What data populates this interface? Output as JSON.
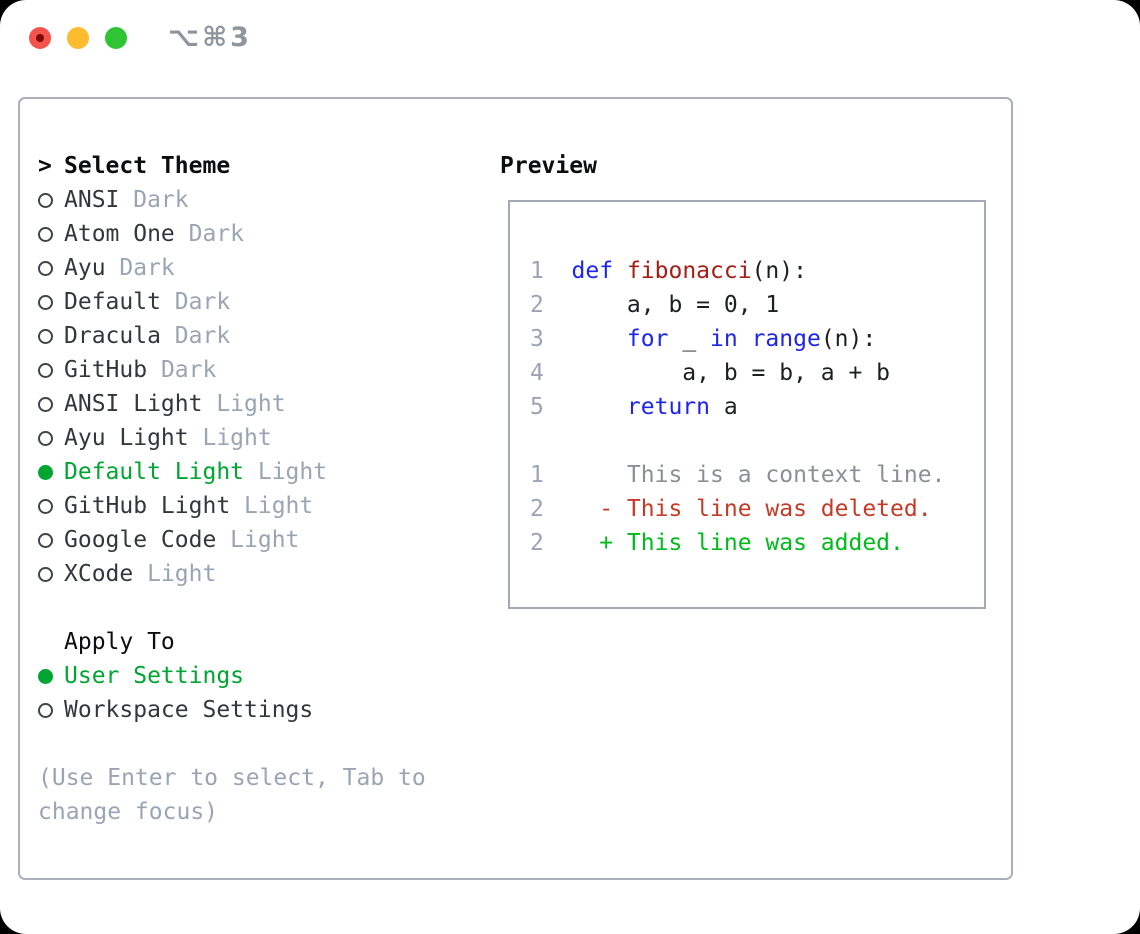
{
  "window": {
    "title": "⌥⌘3",
    "traffic_lights": [
      "close",
      "minimize",
      "zoom"
    ]
  },
  "theme_selector": {
    "heading_prefix": ">",
    "heading": "Select Theme",
    "items": [
      {
        "name": "ANSI",
        "variant": "Dark",
        "selected": false
      },
      {
        "name": "Atom One",
        "variant": "Dark",
        "selected": false
      },
      {
        "name": "Ayu",
        "variant": "Dark",
        "selected": false
      },
      {
        "name": "Default",
        "variant": "Dark",
        "selected": false
      },
      {
        "name": "Dracula",
        "variant": "Dark",
        "selected": false
      },
      {
        "name": "GitHub",
        "variant": "Dark",
        "selected": false
      },
      {
        "name": "ANSI Light",
        "variant": "Light",
        "selected": false
      },
      {
        "name": "Ayu Light",
        "variant": "Light",
        "selected": false
      },
      {
        "name": "Default Light",
        "variant": "Light",
        "selected": true
      },
      {
        "name": "GitHub Light",
        "variant": "Light",
        "selected": false
      },
      {
        "name": "Google Code",
        "variant": "Light",
        "selected": false
      },
      {
        "name": "XCode",
        "variant": "Light",
        "selected": false
      }
    ],
    "apply_to": {
      "heading": "Apply To",
      "options": [
        {
          "label": "User Settings",
          "selected": true
        },
        {
          "label": "Workspace Settings",
          "selected": false
        }
      ]
    },
    "hint": "(Use Enter to select, Tab to change focus)"
  },
  "preview": {
    "heading": "Preview",
    "code_lines": [
      {
        "num": "1",
        "segments": [
          {
            "text": "def",
            "style": "keyword"
          },
          {
            "text": " ",
            "style": "plain"
          },
          {
            "text": "fibonacci",
            "style": "function"
          },
          {
            "text": "(n):",
            "style": "plain"
          }
        ]
      },
      {
        "num": "2",
        "segments": [
          {
            "text": "    a, b = 0, 1",
            "style": "plain"
          }
        ]
      },
      {
        "num": "3",
        "segments": [
          {
            "text": "    ",
            "style": "plain"
          },
          {
            "text": "for",
            "style": "keyword"
          },
          {
            "text": " _ ",
            "style": "plain"
          },
          {
            "text": "in",
            "style": "keyword"
          },
          {
            "text": " ",
            "style": "plain"
          },
          {
            "text": "range",
            "style": "keyword"
          },
          {
            "text": "(n):",
            "style": "plain"
          }
        ]
      },
      {
        "num": "4",
        "segments": [
          {
            "text": "        a, b = b, a + b",
            "style": "plain"
          }
        ]
      },
      {
        "num": "5",
        "segments": [
          {
            "text": "    ",
            "style": "plain"
          },
          {
            "text": "return",
            "style": "keyword"
          },
          {
            "text": " a",
            "style": "plain"
          }
        ]
      },
      {
        "num": "",
        "segments": []
      },
      {
        "num": "1",
        "segments": [
          {
            "text": "    This is a context line.",
            "style": "context"
          }
        ]
      },
      {
        "num": "2",
        "segments": [
          {
            "text": "  - This line was deleted.",
            "style": "deleted"
          }
        ]
      },
      {
        "num": "2",
        "segments": [
          {
            "text": "  + This line was added.",
            "style": "added"
          }
        ]
      }
    ]
  },
  "colors": {
    "accent_green": "#00a532",
    "added_green": "#00bb1c",
    "deleted_red": "#c43b28",
    "keyword_blue": "#1d24ee",
    "function_red": "#a21f16",
    "muted_gray": "#9aa5b3"
  }
}
